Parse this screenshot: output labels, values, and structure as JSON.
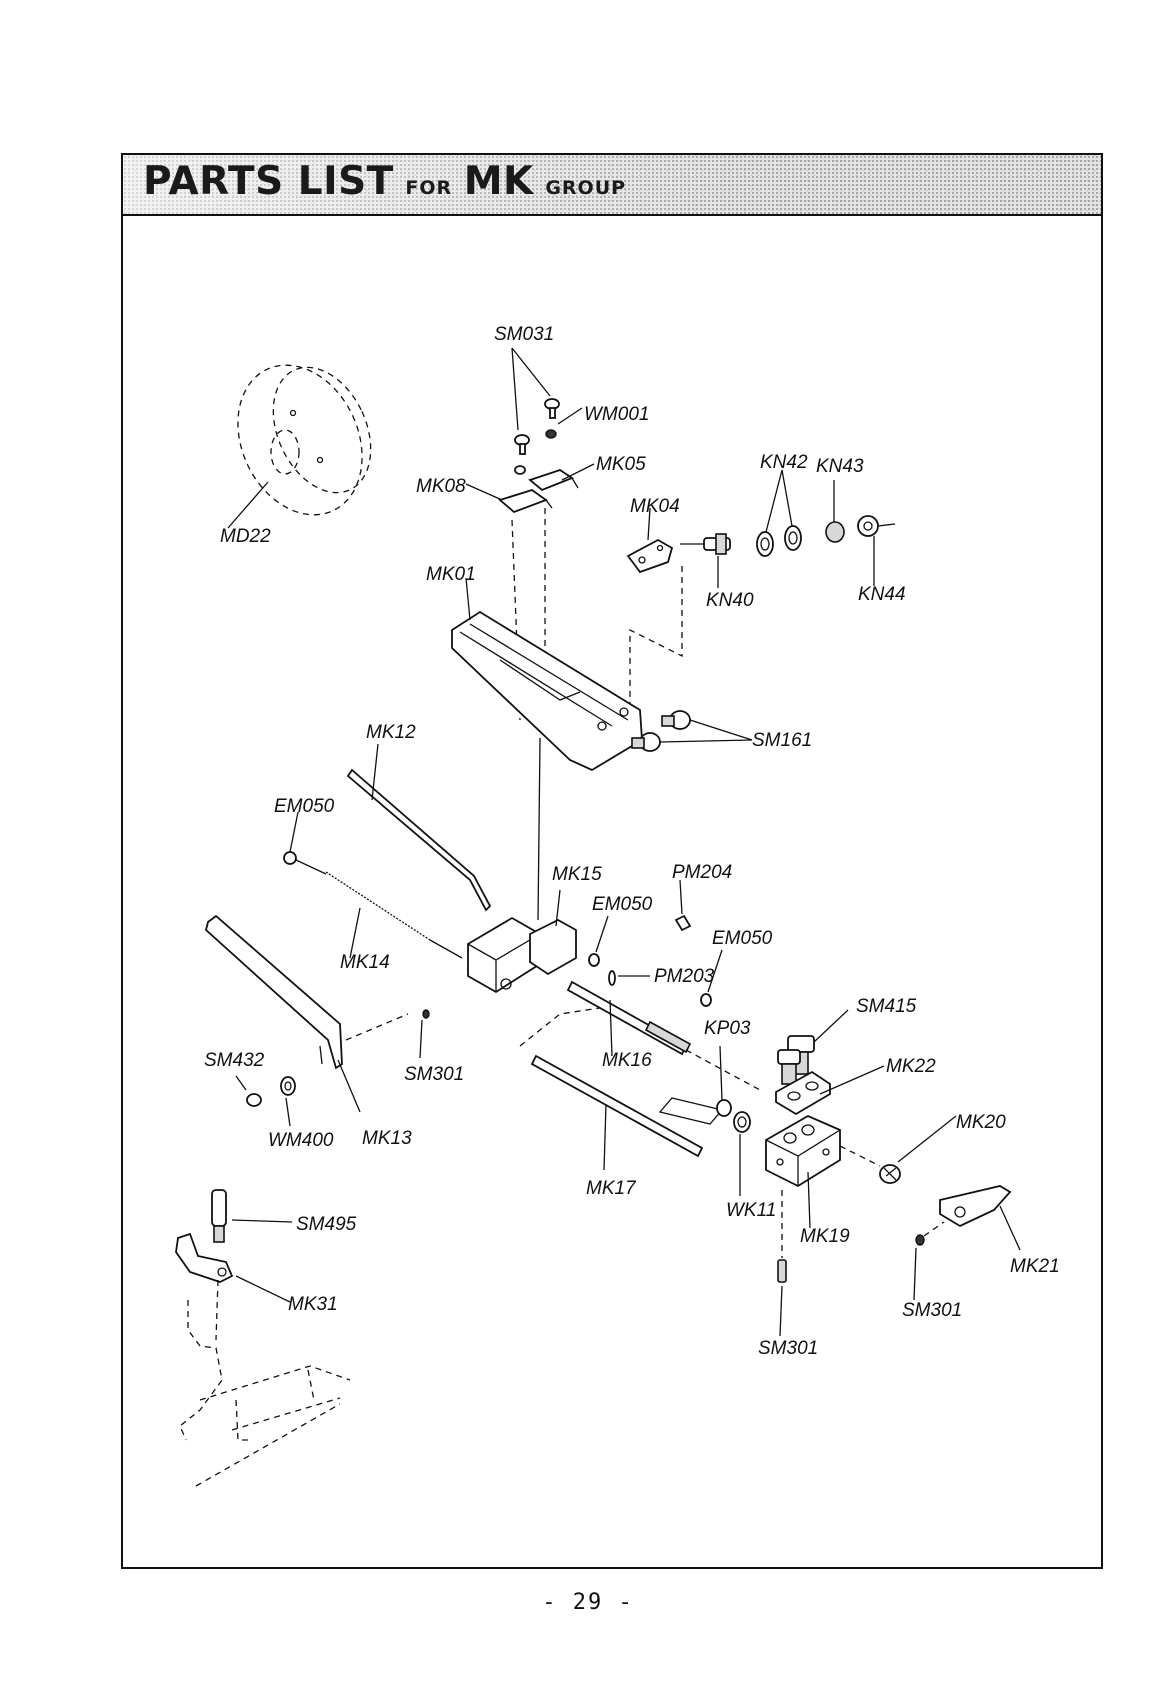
{
  "header": {
    "title_part1": "PARTS LIST",
    "title_part2": "FOR",
    "title_part3": "MK",
    "title_part4": "GROUP"
  },
  "callouts": {
    "sm031": "SM031",
    "wm001": "WM001",
    "mk05": "MK05",
    "mk08": "MK08",
    "md22": "MD22",
    "kn42": "KN42",
    "kn43": "KN43",
    "mk04": "MK04",
    "kn40": "KN40",
    "kn44": "KN44",
    "mk01": "MK01",
    "sm161": "SM161",
    "mk12": "MK12",
    "em050_a": "EM050",
    "mk15": "MK15",
    "pm204": "PM204",
    "em050_b": "EM050",
    "em050_c": "EM050",
    "mk14": "MK14",
    "pm203": "PM203",
    "sm415": "SM415",
    "kp03": "KP03",
    "mk16": "MK16",
    "mk22": "MK22",
    "sm432": "SM432",
    "sm301_a": "SM301",
    "wm400": "WM400",
    "mk13": "MK13",
    "mk20": "MK20",
    "mk17": "MK17",
    "wk11": "WK11",
    "mk19": "MK19",
    "sm495": "SM495",
    "mk21": "MK21",
    "mk31": "MK31",
    "sm301_b": "SM301",
    "sm301_c": "SM301"
  },
  "footer": {
    "page_number": "- 29 -"
  }
}
